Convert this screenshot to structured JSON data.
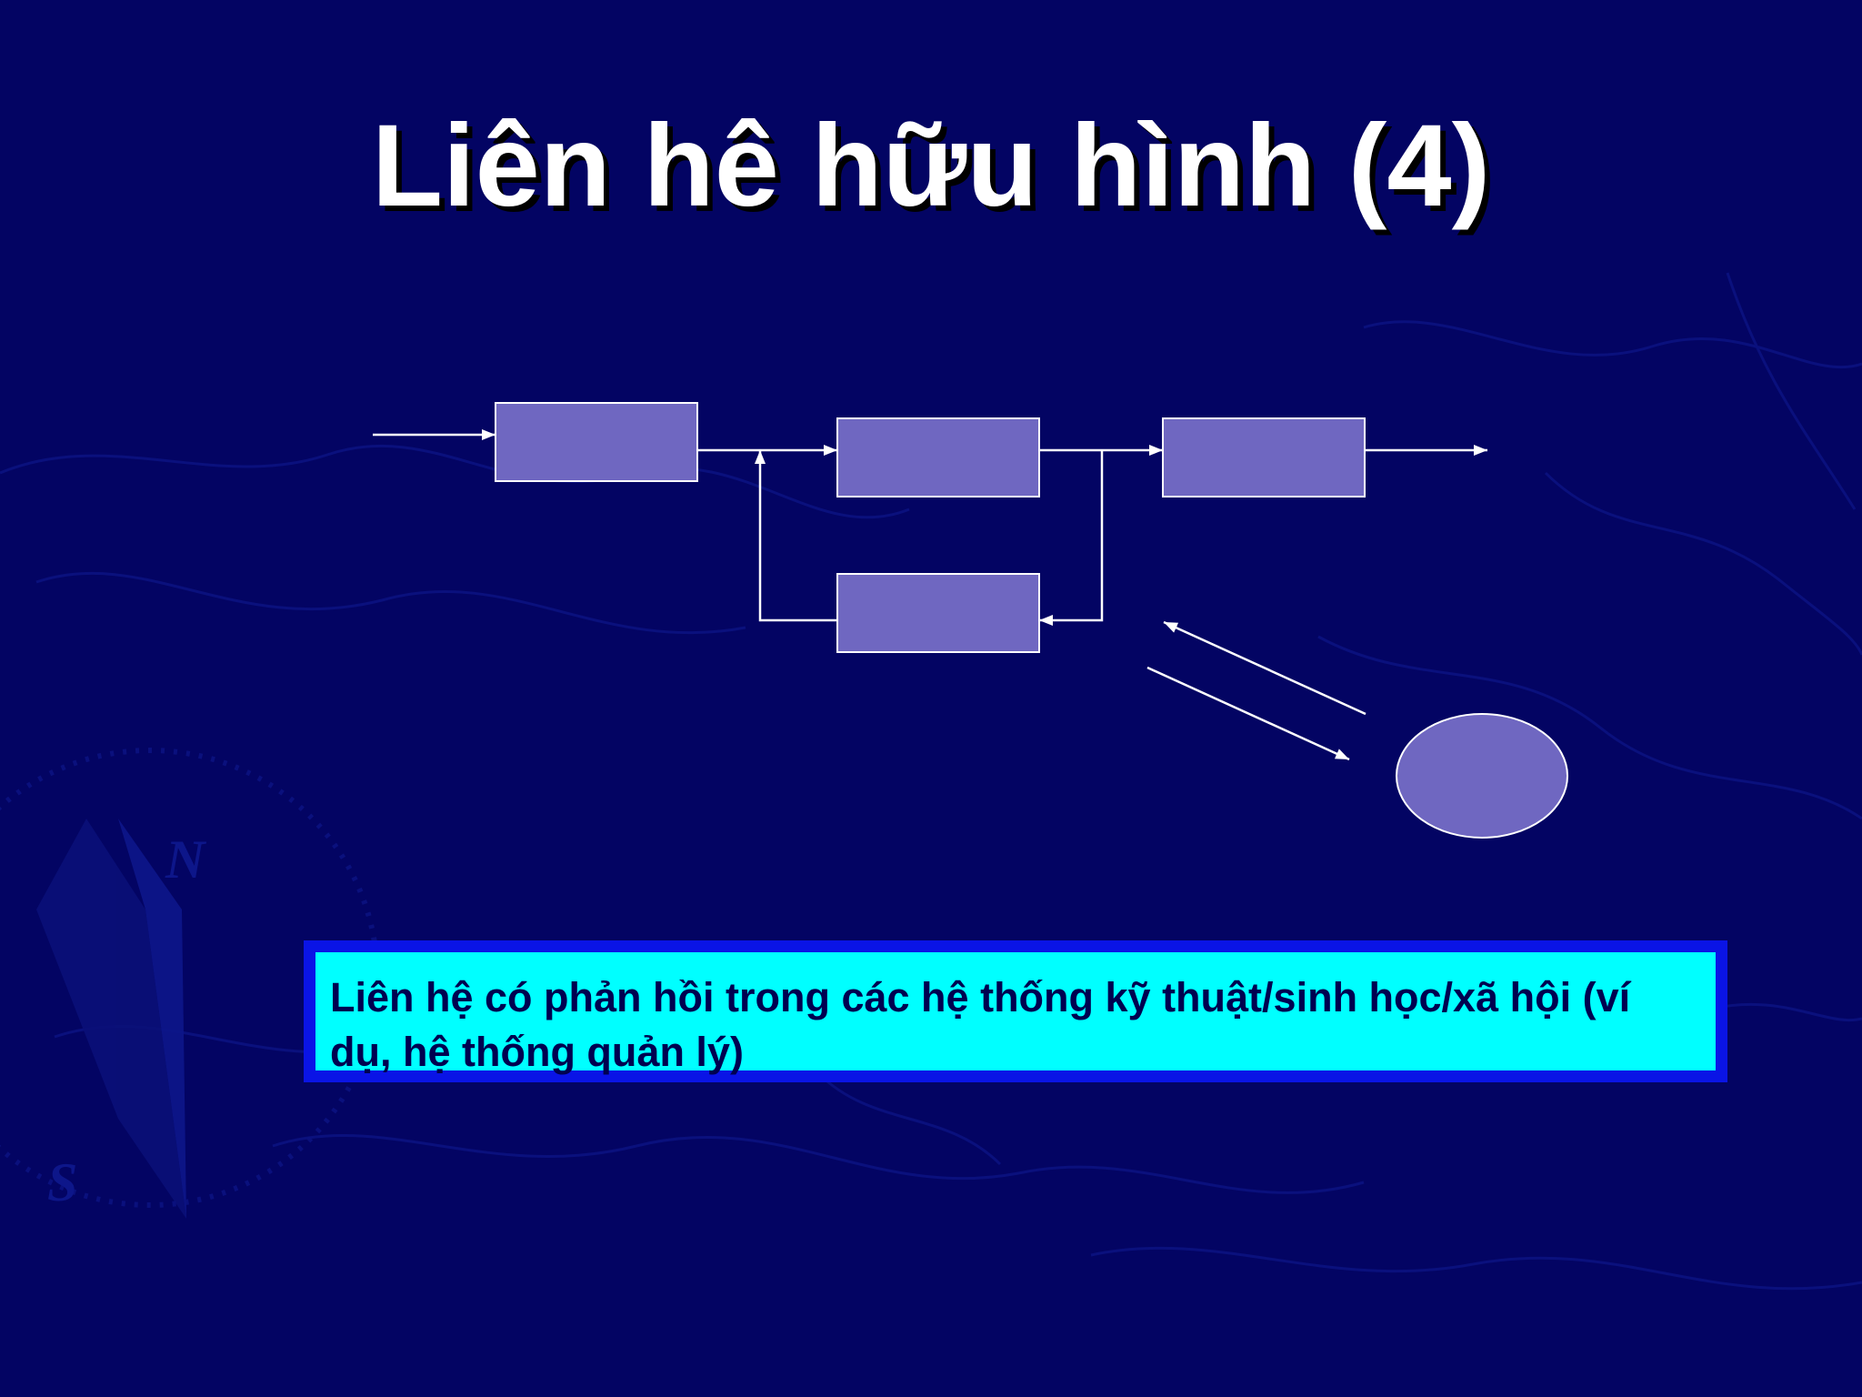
{
  "slide": {
    "title": "Liên hê hữu hình (4)",
    "caption": "Liên hệ có phản hồi trong các hệ thống kỹ thuật/sinh học/xã hội (ví dụ, hệ thống quản lý)"
  },
  "colors": {
    "background": "#030463",
    "box_fill": "#6f67c1",
    "line": "#ffffff",
    "caption_fill": "#00ffff",
    "caption_border": "#0a14e6",
    "caption_text": "#000050"
  },
  "background_watermark": {
    "compass_letters": [
      "N",
      "S"
    ]
  }
}
